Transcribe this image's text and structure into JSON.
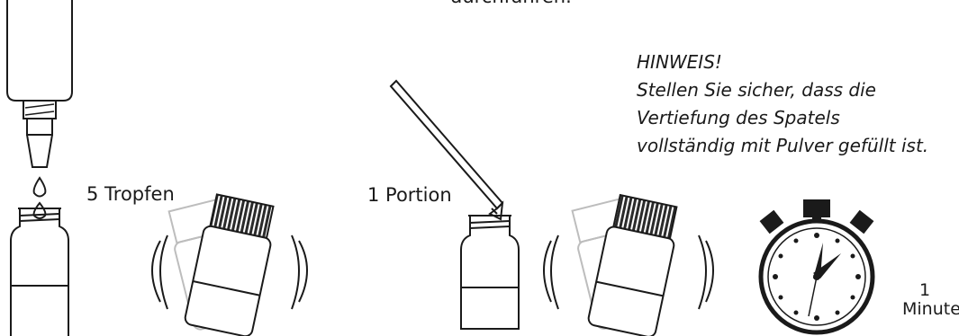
{
  "top_text_cut": "durchführen.",
  "steps": {
    "drops_label": "5 Tropfen",
    "portion_label": "1 Portion"
  },
  "note": {
    "title": "HINWEIS!",
    "lines": [
      "Stellen Sie sicher, dass die",
      "Vertiefung des Spatels",
      "vollständig mit Pulver gefüllt ist."
    ]
  },
  "timer": {
    "value": "1",
    "unit": "Minute"
  },
  "icons": [
    "dropper-bottle-icon",
    "drop-icon",
    "vial-icon",
    "shake-vial-icon",
    "spatula-icon",
    "stopwatch-icon"
  ],
  "colors": {
    "ink": "#1a1a1a",
    "ghost": "#bdbdbd",
    "cap": "#333333"
  }
}
